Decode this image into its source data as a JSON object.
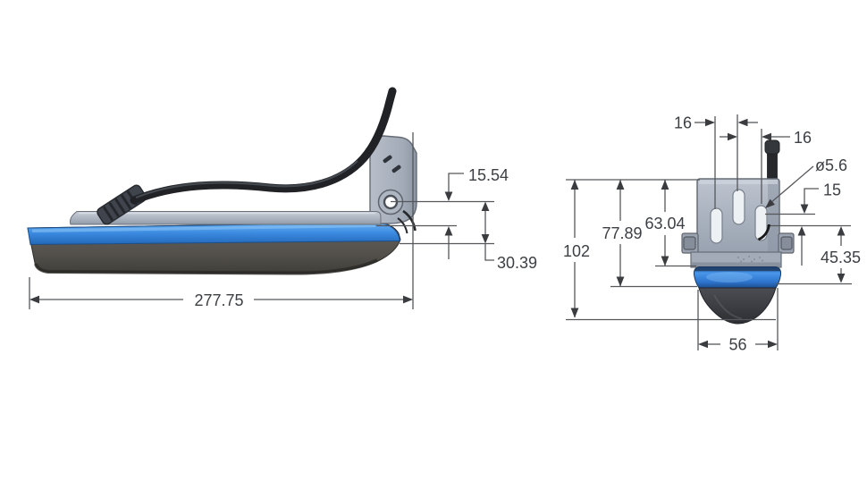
{
  "drawing": {
    "type": "technical-dimension-drawing",
    "subject": "transom-mount transducer, two orthographic views",
    "side_view": {
      "name": "side-view",
      "dim_pivot_to_mount_line": "15.54",
      "dim_pivot_to_hull_line": "30.39",
      "dim_overall_length": "277.75"
    },
    "front_view": {
      "name": "front-view",
      "dim_slot_pitch_left": "16",
      "dim_slot_pitch_right": "16",
      "dim_slot_width_diameter": "ø5.6",
      "dim_slot_length": "15",
      "dim_overall_height": "102",
      "dim_top_to_hull_bottom": "77.89",
      "dim_bracket_height": "63.04",
      "dim_pivot_to_dome_bottom": "45.35",
      "dim_dome_width": "56"
    },
    "colors": {
      "accent_blue": "#3b8ae0",
      "dome_blue_dark": "#1d4a86",
      "bracket_gray": "#a9b1be",
      "hull_dark": "#4c4945",
      "cable_black": "#202226",
      "dimension_line": "#55575b",
      "dimension_text": "#3c3f44",
      "background": "#ffffff"
    }
  }
}
